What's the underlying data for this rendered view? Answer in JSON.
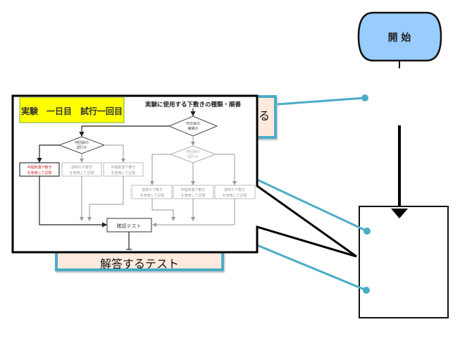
{
  "start_node": {
    "label": "開 始",
    "fill": "#99ccff"
  },
  "back_boxes": {
    "upper_label_fragment": "る",
    "lower_label": "解答するテスト",
    "fill": "#fdeadd",
    "border": "#4bacc6"
  },
  "connector_color": "#4bacc6",
  "callout": {
    "title_badge": "実験　一日目　試行一回目",
    "title_badge_fill": "#ffff00",
    "subtitle": "実験に使用する下敷きの種類・順番",
    "decision_day": [
      "何日目の",
      "実験か"
    ],
    "decision_trial_left": [
      "何回目の",
      "試行か"
    ],
    "decision_trial_right": [
      "何回目の",
      "試行か"
    ],
    "left_boxes": [
      {
        "line1": "中程刺激下敷き",
        "line2": "を使用して記憶",
        "state": "active"
      },
      {
        "line1": "通常の下敷き",
        "line2": "を使用して記憶",
        "state": "inactive"
      },
      {
        "line1": "中程刺激下敷き",
        "line2": "を使用して記憶",
        "state": "inactive"
      }
    ],
    "right_boxes": [
      {
        "line1": "通常の下敷き",
        "line2": "を使用して記憶",
        "state": "inactive"
      },
      {
        "line1": "中程刺激下敷き",
        "line2": "を使用して記憶",
        "state": "inactive"
      },
      {
        "line1": "通常の下敷き",
        "line2": "を使用して記憶",
        "state": "inactive"
      }
    ],
    "confirm_test": "確認テスト",
    "active_color": "#cc2222",
    "inactive_color": "#999999"
  }
}
